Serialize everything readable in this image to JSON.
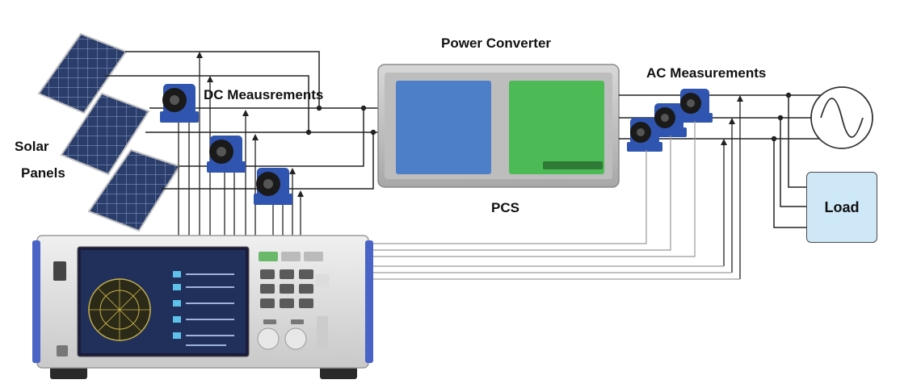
{
  "labels": {
    "power_converter": "Power Converter",
    "dc_measurements": "DC Meausrements",
    "ac_measurements": "AC Measurements",
    "solar_line1": "Solar",
    "solar_line2": "Panels",
    "pcs": "PCS",
    "load": "Load"
  },
  "colors": {
    "wire": "#222222",
    "signal_wire": "#9a9a9a",
    "pcs_blue": "#4d7fc9",
    "pcs_green": "#4dbb55",
    "load_fill": "#cfe8f7",
    "sensor_blue": "#2f55b0",
    "analyzer_accent": "#4a63c7"
  },
  "icons": [
    "solar-panel-icon",
    "current-sensor-icon",
    "ac-source-icon",
    "power-analyzer-icon"
  ]
}
